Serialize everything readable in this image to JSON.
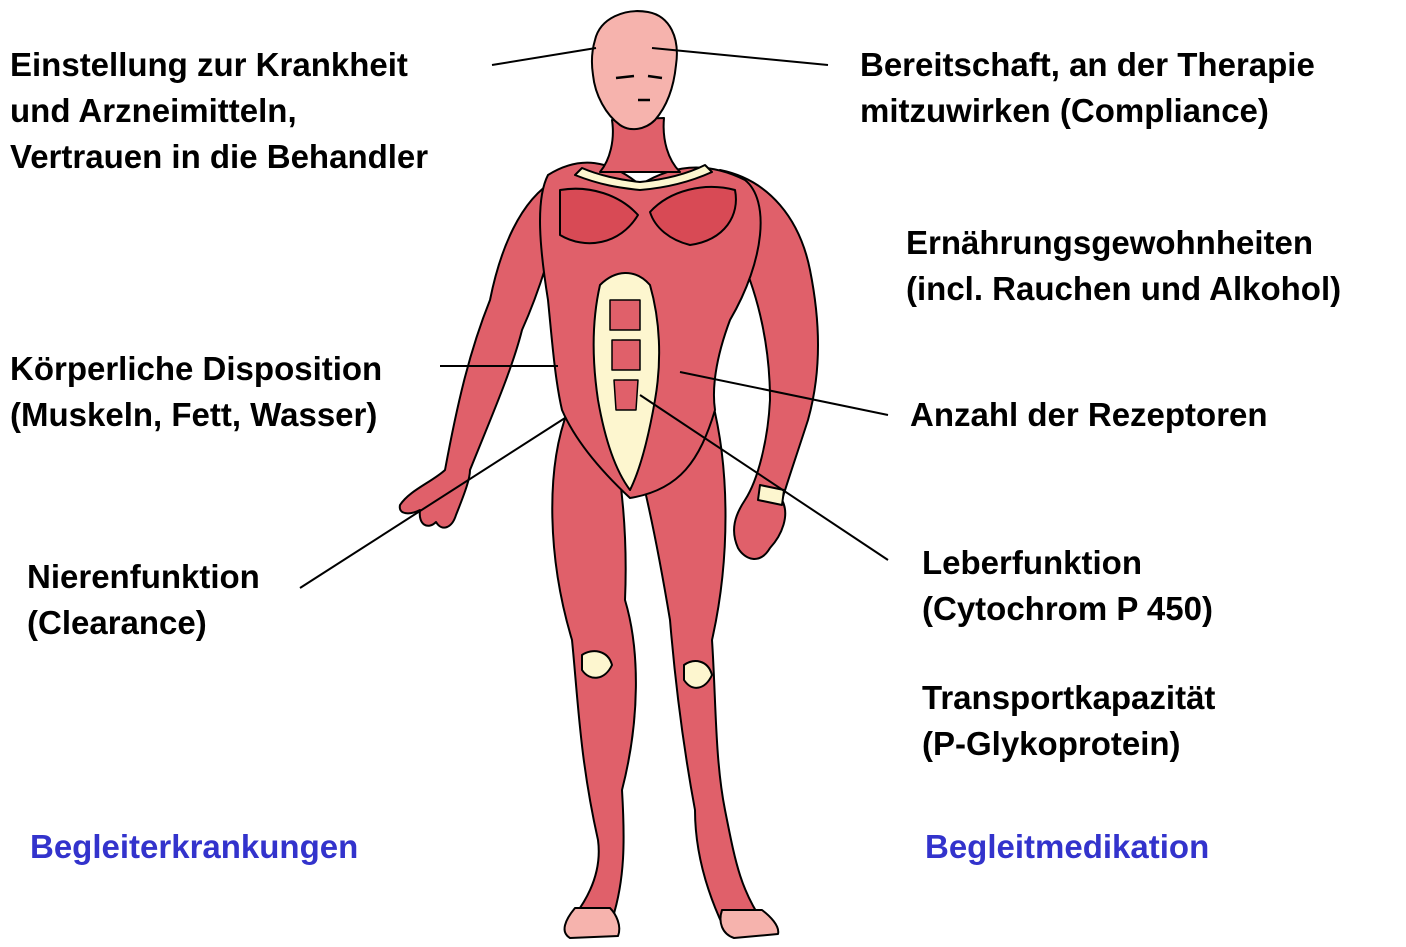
{
  "labels": {
    "attitude": [
      "Einstellung zur Krankheit",
      "und Arzneimitteln,",
      "Vertrauen in die Behandler"
    ],
    "compliance": [
      "Bereitschaft, an der Therapie",
      "mitzuwirken (Compliance)"
    ],
    "nutrition": [
      "Ernährungsgewohnheiten",
      "(incl. Rauchen und Alkohol)"
    ],
    "disposition": [
      "Körperliche Disposition",
      "(Muskeln, Fett, Wasser)"
    ],
    "receptors": [
      "Anzahl der Rezeptoren"
    ],
    "kidney": [
      "Nierenfunktion",
      "(Clearance)"
    ],
    "liver": [
      "Leberfunktion",
      "(Cytochrom P 450)"
    ],
    "transport": [
      "Transportkapazität",
      "(P-Glykoprotein)"
    ],
    "comorbidities": "Begleiterkrankungen",
    "comedication": "Begleitmedikation"
  },
  "colors": {
    "text": "#000000",
    "accent": "#3333cc",
    "muscle": "#e0606a",
    "muscle_dark": "#b8323c",
    "skin": "#f6b3ad",
    "tendon": "#fdf6cf",
    "outline": "#000000"
  },
  "icons": {
    "figure": "human-muscle-anatomy-figure"
  }
}
